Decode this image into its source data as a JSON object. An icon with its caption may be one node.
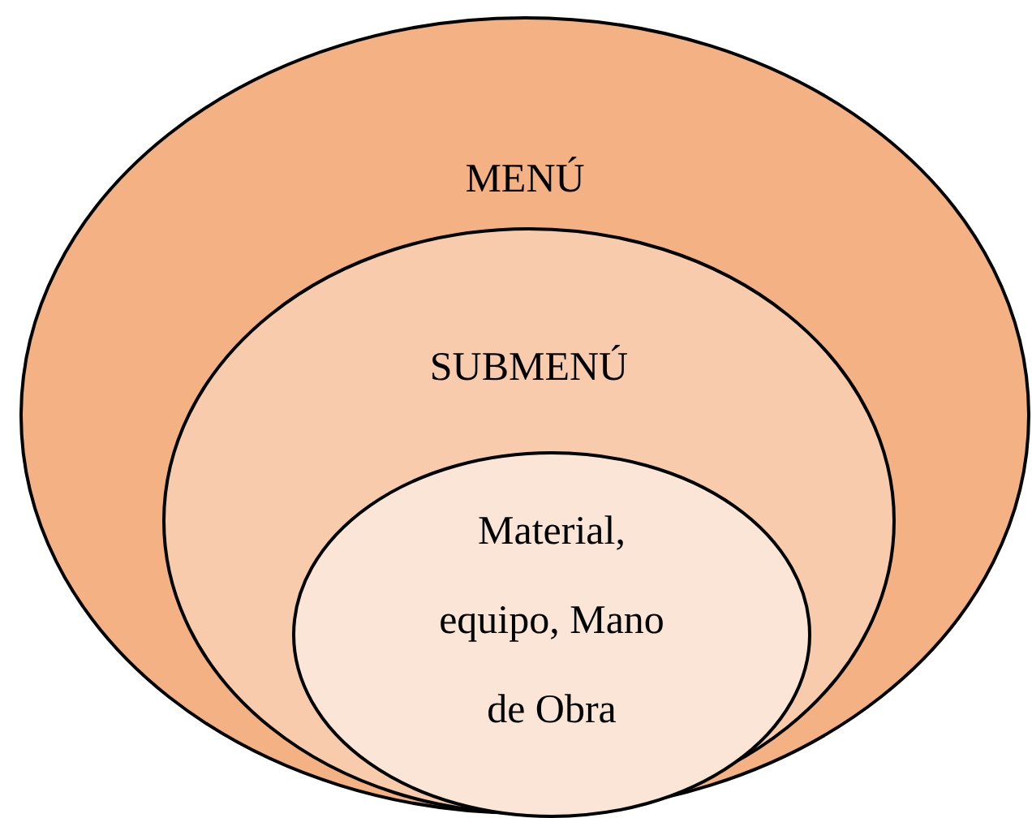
{
  "diagram": {
    "nodes": [
      {
        "text": [
          "MENÚ"
        ]
      },
      {
        "text": [
          "SUBMENÚ"
        ],
        "in": 0
      },
      {
        "text": [
          "Material, equipo, Mano de Obra"
        ],
        "in": 1
      }
    ]
  }
}
